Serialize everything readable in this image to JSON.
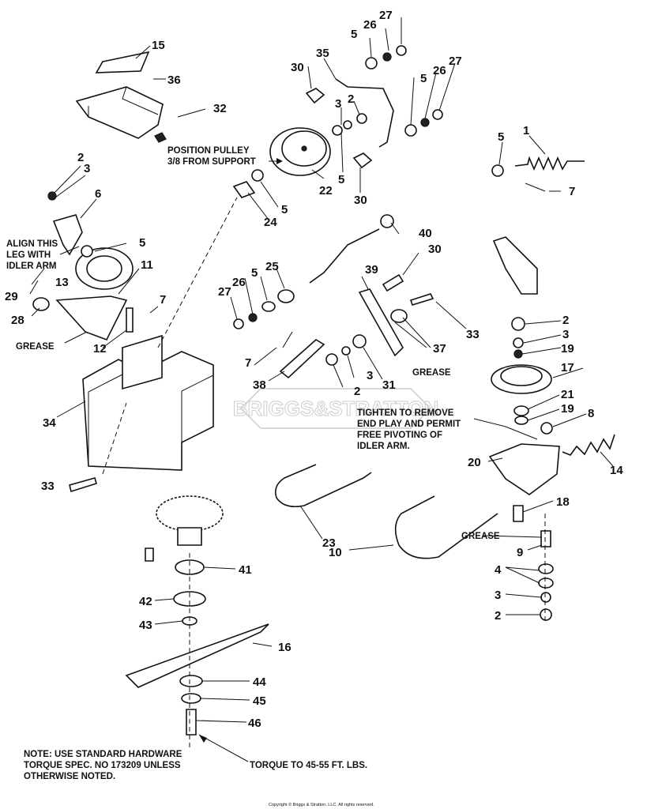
{
  "callouts": {
    "c15": "15",
    "c36": "36",
    "c32": "32",
    "c30a": "30",
    "c35": "35",
    "c5a": "5",
    "c26a": "26",
    "c27a": "27",
    "c2a": "2",
    "c3a": "3",
    "c5b": "5",
    "c26b": "26",
    "c27b": "27",
    "c1": "1",
    "c5c": "5",
    "c7a": "7",
    "c22": "22",
    "c5d": "5",
    "c30b": "30",
    "c24": "24",
    "c5e": "5",
    "c2b": "2",
    "c3b": "3",
    "c6": "6",
    "c5f": "5",
    "c13": "13",
    "c11": "11",
    "c29": "29",
    "c28": "28",
    "c7b": "7",
    "c12": "12",
    "c40": "40",
    "c30c": "30",
    "c39": "39",
    "c25": "25",
    "c5g": "5",
    "c26c": "26",
    "c27c": "27",
    "c33a": "33",
    "c37": "37",
    "c7c": "7",
    "c31": "31",
    "c3c": "3",
    "c2c": "2",
    "c38": "38",
    "c34": "34",
    "c2d": "2",
    "c3d": "3",
    "c19a": "19",
    "c17": "17",
    "c21": "21",
    "c19b": "19",
    "c8": "8",
    "c20": "20",
    "c14": "14",
    "c18": "18",
    "c33b": "33",
    "c23": "23",
    "c10": "10",
    "c9": "9",
    "c4": "4",
    "c3e": "3",
    "c2e": "2",
    "c41": "41",
    "c42": "42",
    "c43": "43",
    "c16": "16",
    "c44": "44",
    "c45": "45",
    "c46": "46"
  },
  "labels": {
    "position_pulley_1": "POSITION PULLEY",
    "position_pulley_2": "3/8 FROM SUPPORT",
    "align_1": "ALIGN THIS",
    "align_2": "LEG WITH",
    "align_3": "IDLER ARM",
    "grease_left": "GREASE",
    "grease_mid": "GREASE",
    "grease_right": "GREASE",
    "tighten_1": "TIGHTEN TO REMOVE",
    "tighten_2": "END PLAY AND PERMIT",
    "tighten_3": "FREE PIVOTING OF",
    "tighten_4": "IDLER ARM.",
    "torque": "TORQUE TO 45-55 FT. LBS."
  },
  "note": {
    "line1": "NOTE:  USE STANDARD HARDWARE",
    "line2": "TORQUE SPEC. NO 173209 UNLESS",
    "line3": "OTHERWISE NOTED."
  },
  "watermark": "BRIGGS&STRATTON",
  "copyright": "Copyright © Briggs & Stratton, LLC. All rights reserved."
}
